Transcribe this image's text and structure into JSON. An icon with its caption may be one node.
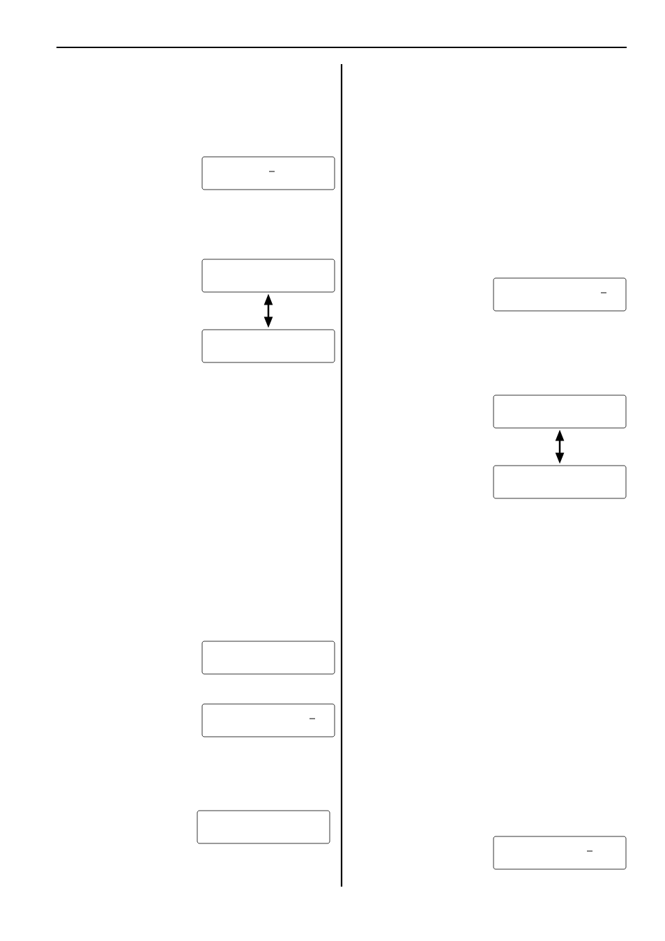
{
  "diagram": {
    "nodes": [
      {
        "text": [],
        "shape": "box"
      },
      {
        "text": [],
        "shape": "box"
      },
      {
        "text": [],
        "shape": "box"
      },
      {
        "text": [],
        "shape": "box"
      },
      {
        "text": [],
        "shape": "box"
      },
      {
        "text": [],
        "shape": "box"
      },
      {
        "text": [],
        "shape": "box"
      },
      {
        "text": [],
        "shape": "box"
      },
      {
        "text": [],
        "shape": "box"
      },
      {
        "text": [],
        "shape": "box"
      }
    ],
    "edges": [
      {
        "from": 1,
        "to": 2,
        "arrow": "both"
      },
      {
        "from": 7,
        "to": 8,
        "arrow": "both"
      }
    ]
  }
}
